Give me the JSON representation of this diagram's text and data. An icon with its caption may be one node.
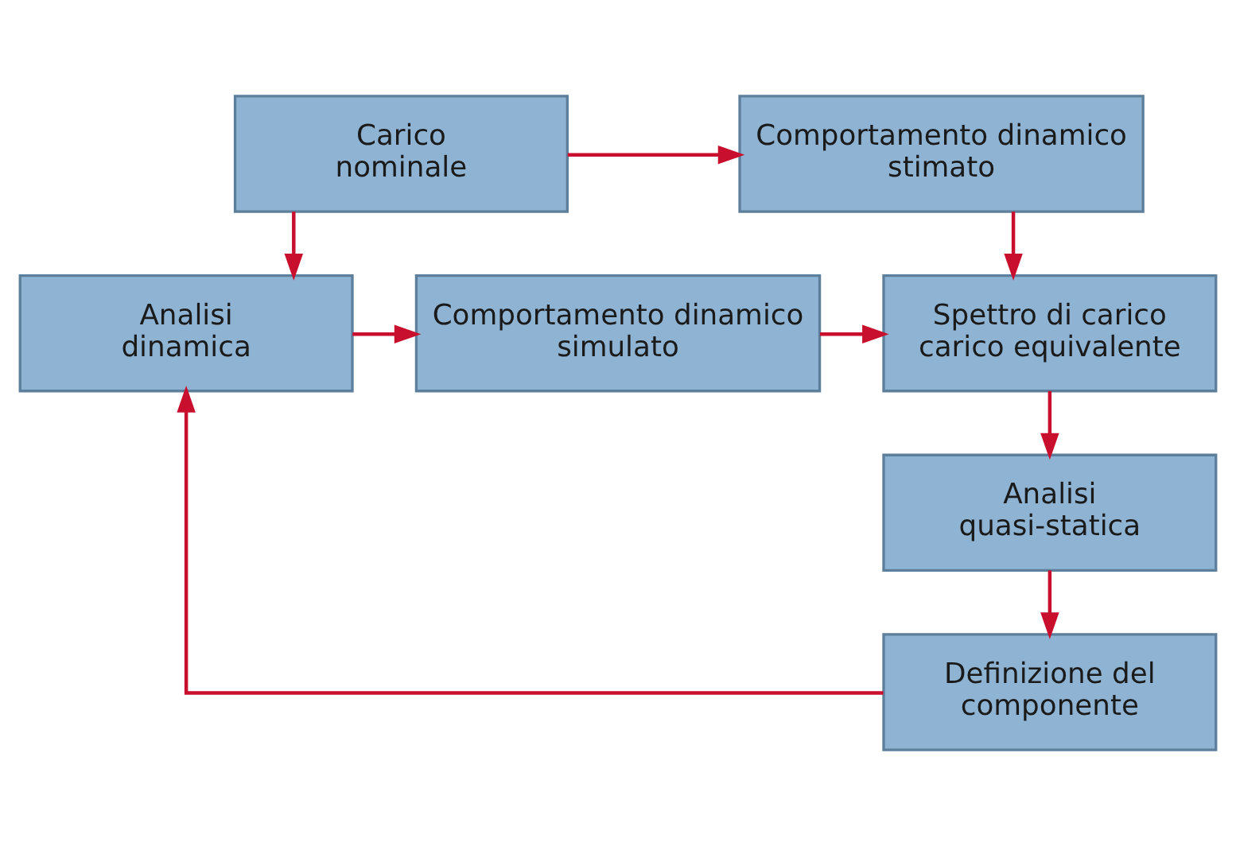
{
  "diagram": {
    "nodes": [
      {
        "text": [
          "Carico nominale"
        ]
      },
      {
        "text": [
          "Comportamento dinamico stimato"
        ]
      },
      {
        "text": [
          "Analisi dinamica"
        ]
      },
      {
        "text": [
          "Comportamento dinamico simulato"
        ]
      },
      {
        "text": [
          "Spettro di carico carico equivalente"
        ]
      },
      {
        "text": [
          "Analisi quasi-statica"
        ]
      },
      {
        "text": [
          "Definizione del componente"
        ]
      }
    ],
    "edges": [
      {
        "from": 0,
        "to": 1,
        "arrow": "to"
      },
      {
        "from": 0,
        "to": 2,
        "arrow": "to"
      },
      {
        "from": 1,
        "to": 4,
        "arrow": "to"
      },
      {
        "from": 2,
        "to": 3,
        "arrow": "to"
      },
      {
        "from": 3,
        "to": 4,
        "arrow": "to"
      },
      {
        "from": 4,
        "to": 5,
        "arrow": "to"
      },
      {
        "from": 5,
        "to": 6,
        "arrow": "to"
      },
      {
        "from": 6,
        "to": 2,
        "arrow": "to"
      }
    ]
  }
}
